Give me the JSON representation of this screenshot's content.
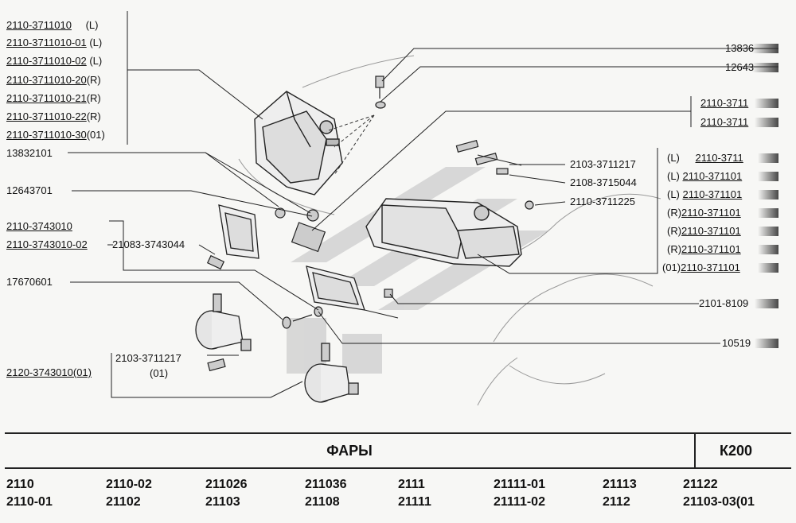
{
  "labels_left": [
    {
      "code": "2110-3711010",
      "side": "(L)"
    },
    {
      "code": "2110-3711010-01",
      "side": "(L)"
    },
    {
      "code": "2110-3711010-02",
      "side": "(L)"
    },
    {
      "code": "2110-3711010-20",
      "side": "(R)"
    },
    {
      "code": "2110-3711010-21",
      "side": "(R)"
    },
    {
      "code": "2110-3711010-22",
      "side": "(R)"
    },
    {
      "code": "2110-3711010-30",
      "side": "(01)"
    }
  ],
  "left_misc": {
    "bolt": "13832101",
    "washer": "12643701",
    "fog1": "2110-3743010",
    "fog2": "2110-3743010-02",
    "bulb_holder": "21083-3743044",
    "screw": "17670601",
    "fog3": "2120-3743010(01)",
    "bulb": "2103-3711217",
    "bulb_note": "(01)"
  },
  "labels_right_top": [
    "13836",
    "12643",
    "2110-3711",
    "2110-3711"
  ],
  "labels_mid": [
    "2103-3711217",
    "2108-3715044",
    "2110-3711225"
  ],
  "labels_right_sides": [
    {
      "side": "(L)",
      "code": "2110-3711"
    },
    {
      "side": "(L)",
      "code": "2110-371101"
    },
    {
      "side": "(L)",
      "code": "2110-371101"
    },
    {
      "side": "(R)",
      "code": "2110-371101"
    },
    {
      "side": "(R)",
      "code": "2110-371101"
    },
    {
      "side": "(R)",
      "code": "2110-371101"
    },
    {
      "side": "(01)",
      "code": "2110-371101"
    }
  ],
  "labels_right_bottom": [
    "2101-8109",
    "10519"
  ],
  "title": "ФАРЫ",
  "section_code": "К200",
  "models_row1": [
    "2110",
    "2110-02",
    "211026",
    "211036",
    "2111",
    "21111-01",
    "21113",
    "21122"
  ],
  "models_row2": [
    "2110-01",
    "21102",
    "21103",
    "21108",
    "21111",
    "21111-02",
    "2112",
    "21103-03(01"
  ]
}
